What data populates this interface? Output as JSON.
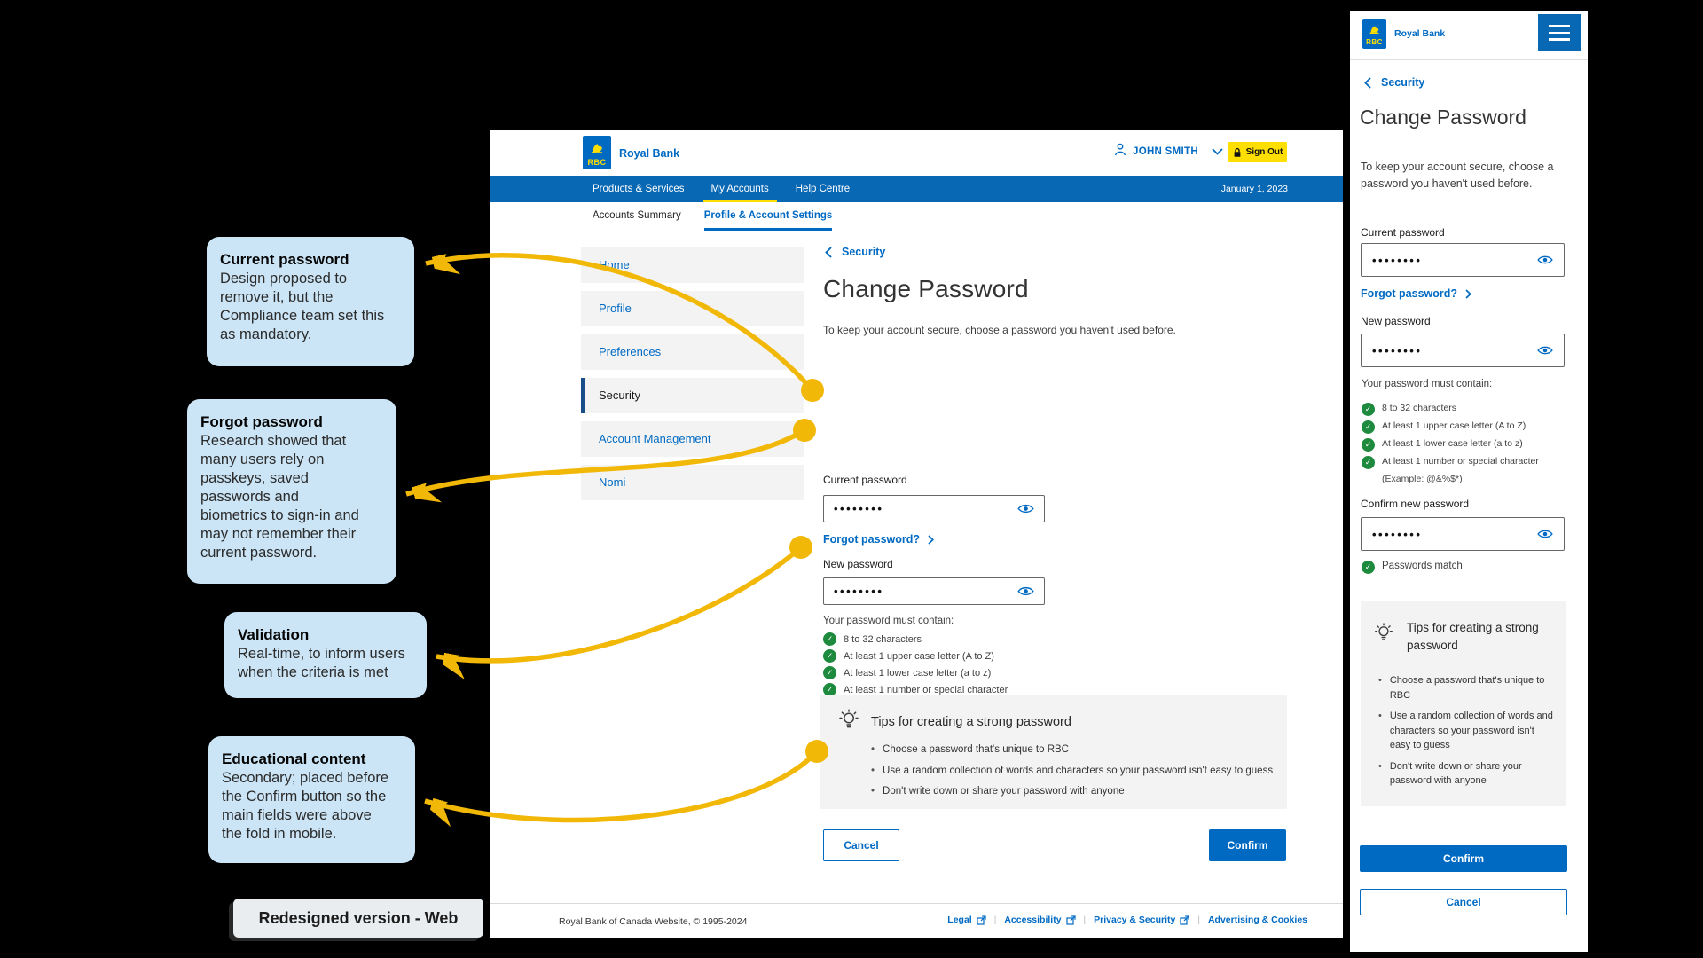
{
  "colors": {
    "rbc-blue": "#006ac3",
    "nav-blue": "#0868b4",
    "navy": "#1a4e8a",
    "rbc-yellow": "#fedf01",
    "arrow-yellow": "#f2b807",
    "green": "#1e8a3e",
    "annotation-bg": "#cbe5f6",
    "tips-bg": "#f3f3f3",
    "row-bg": "#f3f3f3"
  },
  "brand": {
    "name": "Royal Bank",
    "logo": "RBC"
  },
  "web": {
    "user": "JOHN SMITH",
    "sign_out": "Sign Out",
    "nav": [
      "Products & Services",
      "My Accounts",
      "Help Centre"
    ],
    "date": "January 1, 2023",
    "tabs": [
      "Accounts Summary",
      "Profile & Account Settings"
    ],
    "sidebar": [
      "Home",
      "Profile",
      "Preferences",
      "Security",
      "Account Management",
      "Nomi"
    ],
    "footer": {
      "copyright": "Royal Bank of Canada Website, © 1995-2024",
      "links": [
        "Legal",
        "Accessibility",
        "Privacy & Security",
        "Advertising & Cookies"
      ]
    }
  },
  "form": {
    "breadcrumb": "Security",
    "title": "Change Password",
    "description": "To keep your account secure, choose a password you haven't used before.",
    "current_label": "Current password",
    "masked_value": "••••••••",
    "forgot_link": "Forgot password?",
    "new_label": "New password",
    "requirements_title": "Your password must contain:",
    "requirements": [
      "8 to 32 characters",
      "At least 1 upper case letter (A to Z)",
      "At least 1 lower case letter (a to z)",
      "At least 1 number or special character"
    ],
    "requirement_example": "(Example: @&%$*)",
    "confirm_label": "Confirm new password",
    "match_text": "Passwords match",
    "tips_title": "Tips for creating a strong password",
    "tips": [
      "Choose a password that's unique to RBC",
      "Use a random collection of words and characters so your password isn't easy to guess",
      "Don't write down or share your password with anyone"
    ],
    "buttons": {
      "cancel": "Cancel",
      "confirm": "Confirm"
    }
  },
  "annotations": {
    "items": [
      {
        "title": "Current password",
        "body": "Design proposed to\nremove it, but the\nCompliance team set this\nas mandatory."
      },
      {
        "title": "Forgot password",
        "body": "Research showed that\nmany users rely on\npasskeys, saved\npasswords and\nbiometrics to sign-in and\nmay not remember their\ncurrent password."
      },
      {
        "title": "Validation",
        "body": "Real-time, to inform users\nwhen the criteria is met"
      },
      {
        "title": "Educational content",
        "body": "Secondary; placed before\nthe Confirm button so the\nmain fields were above\nthe fold in mobile."
      }
    ],
    "caption": "Redesigned version - Web"
  }
}
